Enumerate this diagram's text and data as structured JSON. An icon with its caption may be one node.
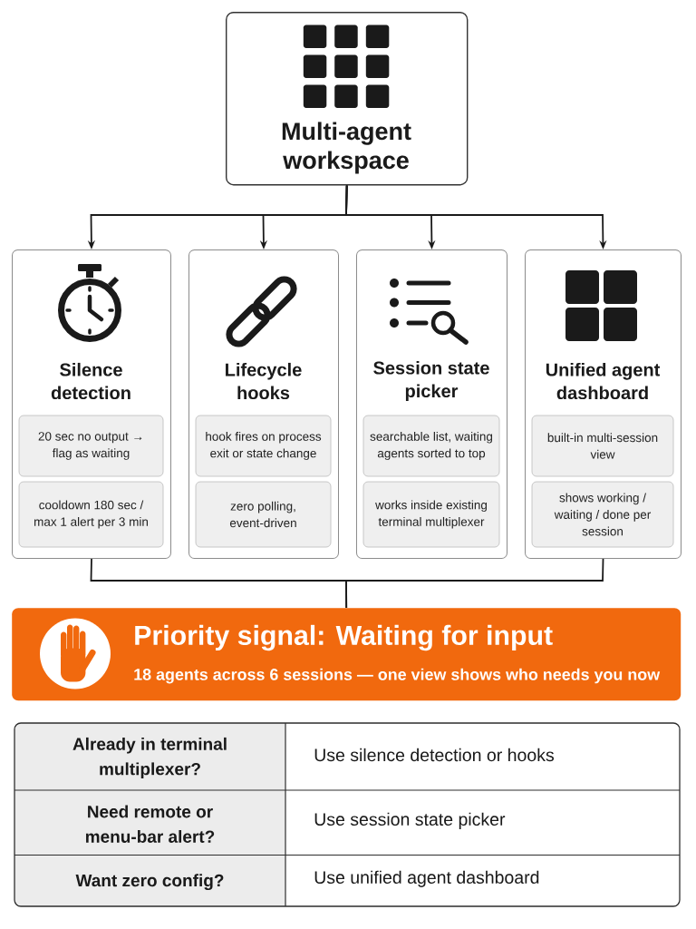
{
  "diagram": {
    "nodes": [
      {
        "text": [
          "Multi-agent workspace"
        ]
      },
      {
        "text": [
          "Silence detection"
        ]
      },
      {
        "text": [
          "20 sec no output → flag as waiting"
        ],
        "in": 1
      },
      {
        "text": [
          "cooldown 180 sec / max 1 alert per 3 min"
        ],
        "in": 1
      },
      {
        "text": [
          "Lifecycle hooks"
        ]
      },
      {
        "text": [
          "hook fires on process exit or state change"
        ],
        "in": 4
      },
      {
        "text": [
          "zero polling, event-driven"
        ],
        "in": 4
      },
      {
        "text": [
          "Session state picker"
        ]
      },
      {
        "text": [
          "searchable list, waiting agents sorted to top"
        ],
        "in": 7
      },
      {
        "text": [
          "works inside existing terminal multiplexer"
        ],
        "in": 7
      },
      {
        "text": [
          "Unified agent dashboard"
        ]
      },
      {
        "text": [
          "built-in multi-session view"
        ],
        "in": 10
      },
      {
        "text": [
          "shows working / waiting / done per session"
        ],
        "in": 10
      },
      {
        "text": [
          "Priority signal: Waiting for input",
          "18 agents across 6 sessions — one view shows who needs you now"
        ]
      }
    ],
    "edges": [
      {
        "from": 0,
        "to": 1,
        "arrow": "to"
      },
      {
        "from": 0,
        "to": 4,
        "arrow": "to"
      },
      {
        "from": 0,
        "to": 7,
        "arrow": "to"
      },
      {
        "from": 0,
        "to": 10,
        "arrow": "to"
      },
      {
        "from": 1,
        "to": 13,
        "arrow": "none"
      },
      {
        "from": 10,
        "to": 13,
        "arrow": "none"
      }
    ],
    "labels": [
      "Already in terminal multiplexer?",
      "Use silence detection or hooks",
      "Need remote or menu-bar alert?",
      "Use session state picker",
      "Want zero config?",
      "Use unified agent dashboard"
    ]
  }
}
